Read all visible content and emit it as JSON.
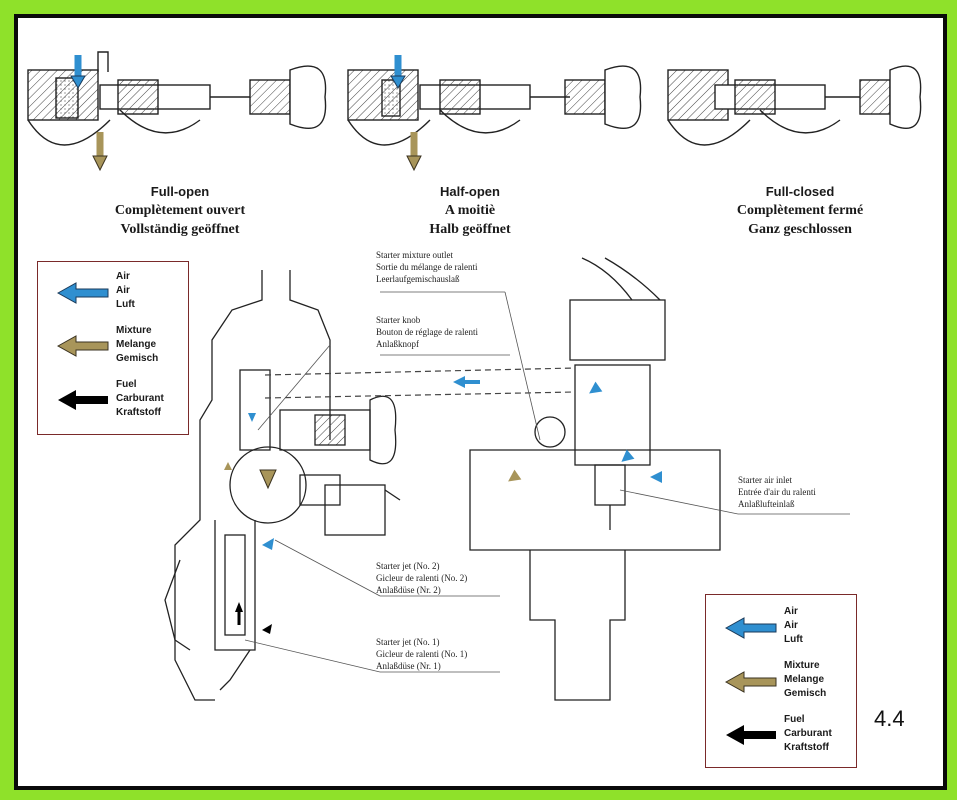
{
  "positions": [
    {
      "line1": "Full-open",
      "line2": "Complètement ouvert",
      "line3": "Vollständig geöffnet"
    },
    {
      "line1": "Half-open",
      "line2": "A moitiè",
      "line3": "Halb geöffnet"
    },
    {
      "line1": "Full-closed",
      "line2": "Complètement fermé",
      "line3": "Ganz geschlossen"
    }
  ],
  "legend": {
    "air": [
      "Air",
      "Air",
      "Luft"
    ],
    "mixture": [
      "Mixture",
      "Melange",
      "Gemisch"
    ],
    "fuel": [
      "Fuel",
      "Carburant",
      "Kraftstoff"
    ]
  },
  "callouts": {
    "starter_mixture_outlet": [
      "Starter mixture outlet",
      "Sortie du mélange de ralenti",
      "Leerlaufgemischauslaß"
    ],
    "starter_knob": [
      "Starter knob",
      "Bouton de réglage de ralenti",
      "Anlaßknopf"
    ],
    "starter_air_inlet": [
      "Starter air inlet",
      "Entrée d'air du ralenti",
      "Anlaßlufteinlaß"
    ],
    "starter_jet_2": [
      "Starter jet (No. 2)",
      "Gicleur de ralenti (No. 2)",
      "Anlaßdüse (Nr. 2)"
    ],
    "starter_jet_1": [
      "Starter jet (No. 1)",
      "Gicleur de ralenti (No. 1)",
      "Anlaßdüse (Nr. 1)"
    ]
  },
  "figure_number": "4.4",
  "colors": {
    "border_green": "#8fe12a",
    "air_blue": "#2f8fd0",
    "mixture_khaki": "#a8955a",
    "fuel_black": "#000000"
  }
}
